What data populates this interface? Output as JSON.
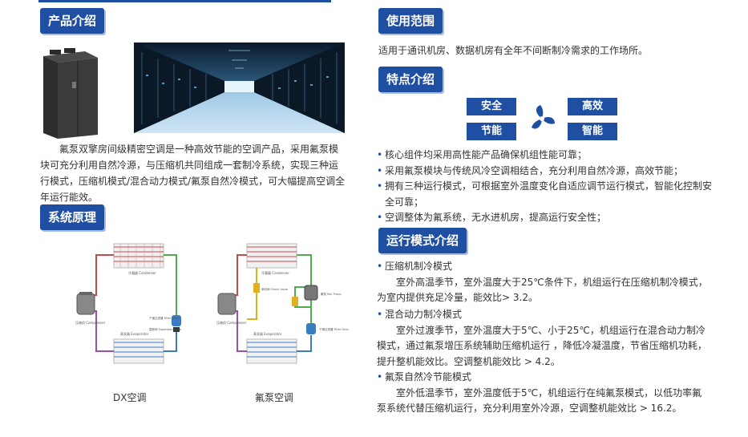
{
  "sections": {
    "product": "产品介绍",
    "usage": "使用范围",
    "features": "特点介绍",
    "principle": "系统原理",
    "modes": "运行模式介绍"
  },
  "product_desc": "氟泵双擎房间级精密空调是一种高效节能的空调产品，采用氟泵模块可充分利用自然冷源，与压缩机共同组成一套制冷系统，实现三种运行模式，压缩机模式/混合动力模式/氟泵自然冷模式，可大幅提高空调全年运行能效。",
  "usage_desc": "适用于通讯机房、数据机房有全年不间断制冷需求的工作场所。",
  "feature_tags": [
    "安全",
    "高效",
    "节能",
    "智能"
  ],
  "feature_items": [
    "核心组件均采用高性能产品确保机组性能可靠；",
    "采用氟泵模块与传统风冷空调相结合，充分利用自然冷源，高效节能；",
    "拥有三种运行模式，可根据室外温度变化自适应调节运行模式，智能化控制安全可靠；",
    "空调整体为氟系统，无水进机房，提高运行安全性；"
  ],
  "modes": [
    {
      "name": "压缩机制冷模式",
      "desc": "室外高温季节，室外温度大于25℃条件下，机组运行在压缩机制冷模式，为室内提供充足冷量，能效比> 3.2。"
    },
    {
      "name": "混合动力制冷模式",
      "desc": "室外过渡季节，室外温度大于5℃、小于25℃，机组运行在混合动力制冷模式，通过氟泵增压系统辅助压缩机运行 ，降低冷凝温度，节省压缩机功耗，提升整机能效比。空调整机能效比 > 4.2。"
    },
    {
      "name": "氟泵自然冷节能模式",
      "desc": "室外低温季节，室外温度低于5℃，机组运行在纯氟泵模式，以低功率氟泵系统代替压缩机运行，充分利用室外冷源，空调整机能效比 > 16.2。"
    }
  ],
  "diagram_captions": [
    "DX空调",
    "氟泵空调"
  ],
  "diagram_labels": {
    "condenser": "冷凝器 Condenser",
    "evaporator": "蒸发器 Evaporator",
    "compressor": "压缩机 Compressor",
    "filter_drier": "干燥过滤器 Filter Drier",
    "expansion_valve": "膨胀阀 Expansion Valve",
    "check_valve": "单向阀 Check Valve",
    "refrigerant_pump": "氟泵 Ref. Pump"
  },
  "colors": {
    "brand": "#1f4fa3",
    "shadow": "#a9bde0"
  }
}
